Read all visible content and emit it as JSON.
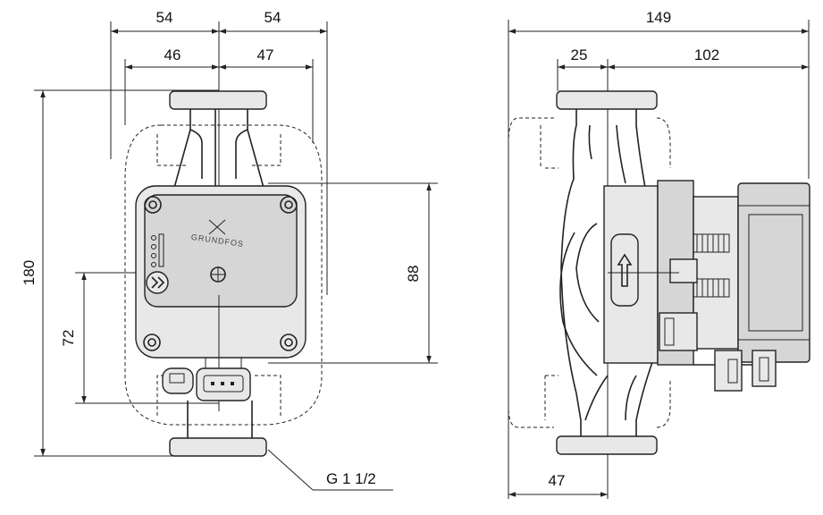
{
  "front_view": {
    "dim_left_outer": "54",
    "dim_right_outer": "54",
    "dim_left_inner": "46",
    "dim_right_inner": "47",
    "dim_height_total": "180",
    "dim_height_center": "72",
    "dim_height_head": "88",
    "logo": "GRUNDFOS",
    "thread_label": "G 1 1/2"
  },
  "side_view": {
    "dim_total_width": "149",
    "dim_left": "25",
    "dim_right": "102",
    "dim_bottom": "47"
  }
}
